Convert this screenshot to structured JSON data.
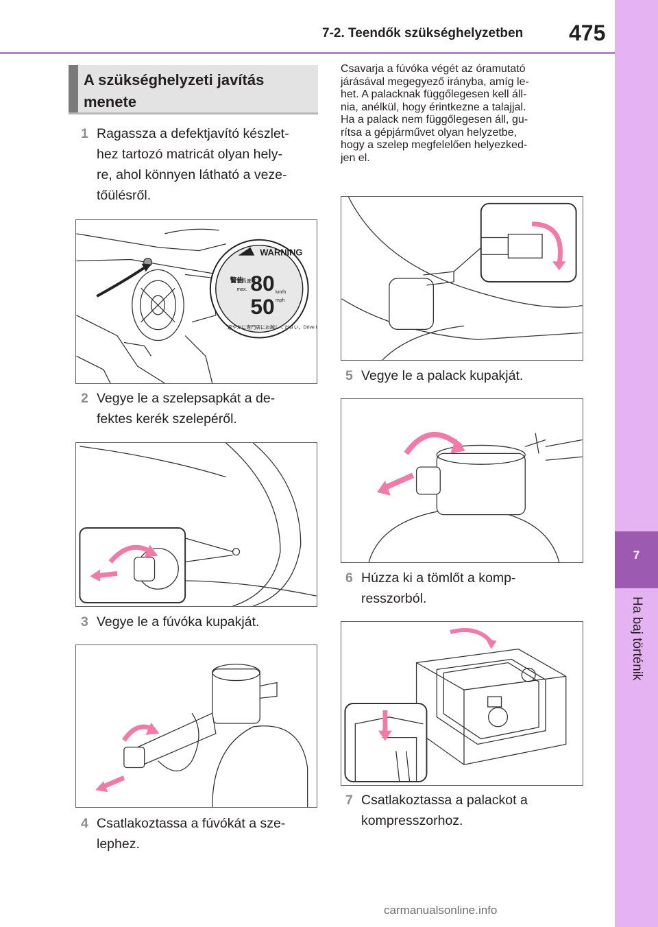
{
  "header": {
    "chapter_title": "7-2. Teendők szükséghelyzetben",
    "page_number": "475"
  },
  "side_tab": {
    "number": "7",
    "label": "Ha baj történik"
  },
  "section_heading": {
    "line1": "A szükséghelyzeti javítás",
    "line2": "menete"
  },
  "steps": [
    {
      "num": "1",
      "lines": [
        "Ragassza a defektjavító készlet-",
        "hez tartozó matricát olyan hely-",
        "re, ahol könnyen látható a veze-",
        "tőülésről."
      ]
    },
    {
      "num": "2",
      "lines": [
        "Vegye le a szelepsapkát a de-",
        "fektes kerék szelepéről."
      ]
    },
    {
      "num": "3",
      "lines": [
        "Vegye le a fúvóka kupakját."
      ]
    },
    {
      "num": "4",
      "lines": [
        "Csatlakoztassa a fúvókát a sze-",
        "lephez."
      ]
    },
    {
      "num": "5",
      "lines": [
        "Vegye le a palack kupakját."
      ]
    },
    {
      "num": "6",
      "lines": [
        "Húzza ki a tömlőt a komp-",
        "resszorból."
      ]
    },
    {
      "num": "7",
      "lines": [
        "Csatlakoztassa a palackot a",
        "kompresszorhoz."
      ]
    }
  ],
  "note": {
    "lines": [
      "Csavarja a fúvóka végét az óramutató",
      "járásával megegyező irányba, amíg le-",
      "het. A palacknak függőlegesen kell áll-",
      "nia, anélkül, hogy érintkezne a talajjal.",
      "Ha a palack nem függőlegesen áll, gu-",
      "rítsa a gépjárművet olyan helyzetbe,",
      "hogy a szelep megfelelően helyezked-",
      "jen el."
    ]
  },
  "sticker": {
    "warning": "WARNING",
    "speed_main": "80",
    "speed_alt": "50",
    "unit_main": "km/h",
    "unit_alt": "mph",
    "jp_warning": "警告",
    "jp_speed": "最高速度",
    "max": "max.",
    "drive_text": "速やかに専門店にお越しください。Drive to Dealer"
  },
  "colors": {
    "accent_purple": "#9c5bb0",
    "tab_light": "#e6b3f2",
    "arrow_pink": "#f07aa8",
    "step_number_gray": "#8c8c8c"
  },
  "watermark": "carmanualsonline.info"
}
